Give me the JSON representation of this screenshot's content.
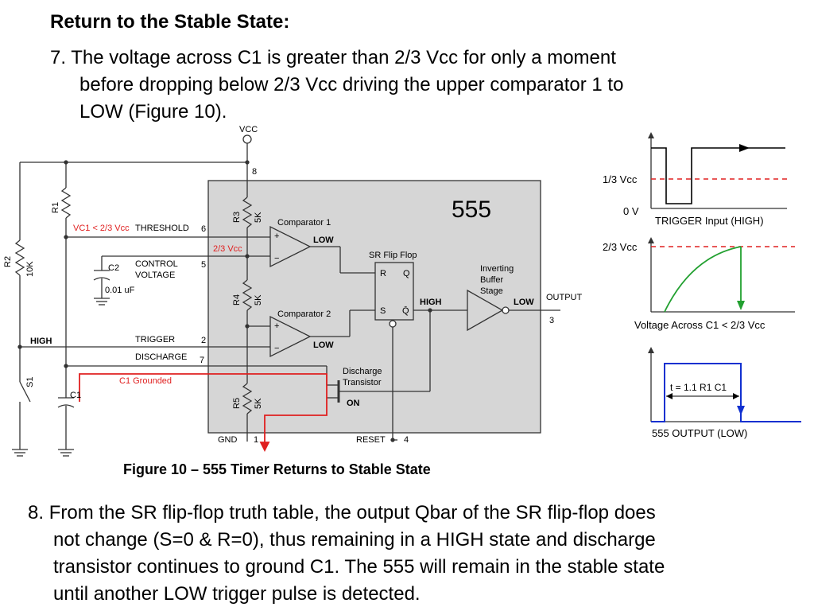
{
  "heading": "Return to the Stable State:",
  "step7": {
    "number": "7.",
    "lines": [
      "The voltage across C1 is greater than 2/3 Vcc for only a moment",
      "before dropping below 2/3 Vcc driving the upper comparator 1 to",
      "LOW (Figure 10)."
    ]
  },
  "circuit": {
    "vcc": "VCC",
    "chip": "555",
    "pins": {
      "p8": "8",
      "p6": "6",
      "p5": "5",
      "p2": "2",
      "p7": "7",
      "p1": "1",
      "p4": "4",
      "p3": "3"
    },
    "labels": {
      "vc1": "VC1 < 2/3 Vcc",
      "threshold": "THRESHOLD",
      "control1": "CONTROL",
      "control2": "VOLTAGE",
      "trigger": "TRIGGER",
      "discharge": "DISCHARGE",
      "c1_grounded": "C1 Grounded",
      "gnd": "GND",
      "reset": "RESET",
      "output": "OUTPUT",
      "high_left": "HIGH",
      "comp1": "Comparator 1",
      "comp2": "Comparator 2",
      "two_thirds": "2/3 Vcc",
      "low1": "LOW",
      "low2": "LOW",
      "srff": "SR Flip Flop",
      "r": "R",
      "q": "Q",
      "s": "S",
      "qbar": "Q̄",
      "high_mid": "HIGH",
      "buf1": "Inverting",
      "buf2": "Buffer",
      "buf3": "Stage",
      "low_out": "LOW",
      "dis1": "Discharge",
      "dis2": "Transistor",
      "on": "ON",
      "plus1": "+",
      "minus1": "−",
      "plus2": "+",
      "minus2": "−"
    },
    "components": {
      "r1": "R1",
      "r2": "R2",
      "r2v": "10K",
      "r3": "R3",
      "r3v": "5K",
      "r4": "R4",
      "r4v": "5K",
      "r5": "R5",
      "r5v": "5K",
      "c1": "C1",
      "c2": "C2",
      "c2v": "0.01 uF",
      "s1": "S1"
    }
  },
  "waveforms": {
    "trigger": {
      "level1": "1/3 Vcc",
      "level0": "0 V",
      "caption": "TRIGGER Input (HIGH)"
    },
    "cap": {
      "level": "2/3 Vcc",
      "caption": "Voltage Across C1 < 2/3 Vcc"
    },
    "output": {
      "time": "t = 1.1 R1 C1",
      "caption": "555 OUTPUT (LOW)"
    }
  },
  "caption": "Figure 10 – 555 Timer Returns to Stable State",
  "step8": {
    "number": "8.",
    "lines": [
      "From the SR flip-flop truth table, the output Qbar of the SR flip-flop does",
      "not change (S=0 & R=0), thus remaining in a HIGH state and discharge",
      "transistor continues to ground C1. The 555 will remain in the stable state",
      "until another LOW trigger pulse is detected."
    ]
  },
  "colors": {
    "red_wire": "#e02020",
    "threshold_red": "#e02020",
    "green": "#22a030",
    "blue": "#1030d0",
    "chip_fill": "#d6d6d6"
  }
}
